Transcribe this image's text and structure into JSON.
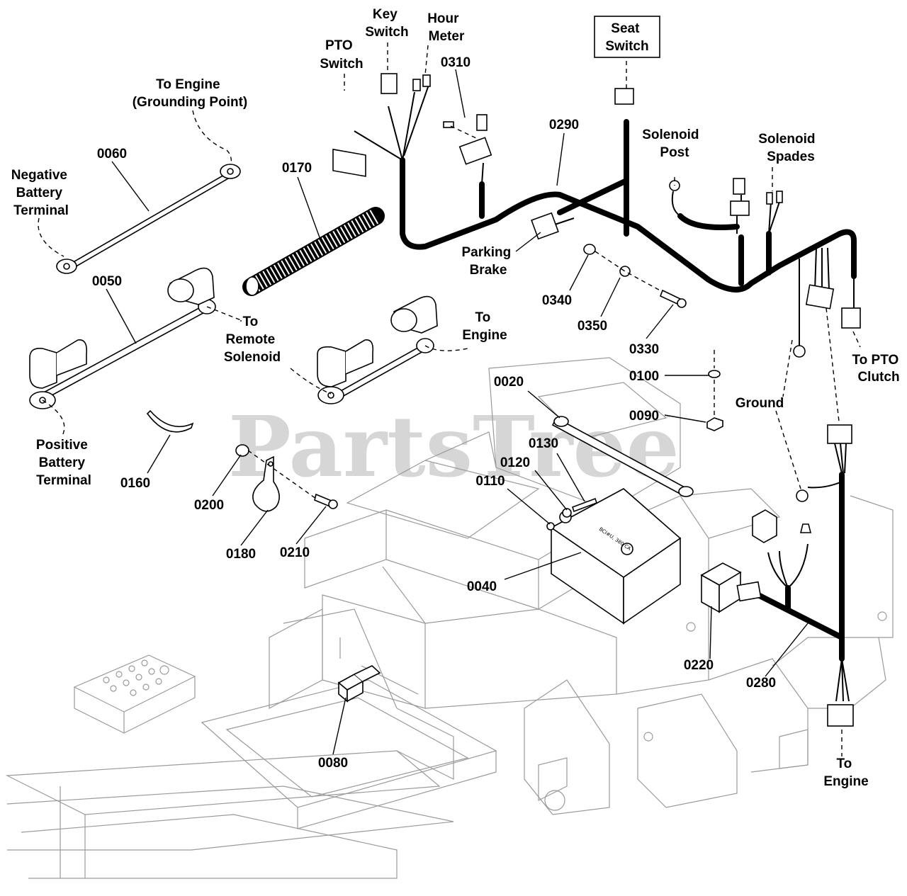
{
  "watermark": "PartsTree",
  "watermark_mark": "™",
  "labels": {
    "seat_switch": [
      "Seat",
      "Switch"
    ],
    "key_switch": [
      "Key",
      "Switch"
    ],
    "hour_meter": [
      "Hour",
      "Meter"
    ],
    "pto_switch": [
      "PTO",
      "Switch"
    ],
    "to_engine_ground": [
      "To Engine",
      "(Grounding Point)"
    ],
    "negative_battery": [
      "Negative",
      "Battery",
      "Terminal"
    ],
    "positive_battery": [
      "Positive",
      "Battery",
      "Terminal"
    ],
    "to_remote_solenoid": [
      "To",
      "Remote",
      "Solenoid"
    ],
    "to_engine_cable": [
      "To",
      "Engine"
    ],
    "parking_brake": [
      "Parking",
      "Brake"
    ],
    "solenoid_post": [
      "Solenoid",
      "Post"
    ],
    "solenoid_spades": [
      "Solenoid",
      "Spades"
    ],
    "to_pto_clutch": [
      "To PTO",
      "Clutch"
    ],
    "ground": "Ground",
    "to_engine_harness": [
      "To",
      "Engine"
    ]
  },
  "part_numbers": {
    "p0310": "0310",
    "p0290": "0290",
    "p0060": "0060",
    "p0170": "0170",
    "p0050": "0050",
    "p0340": "0340",
    "p0350": "0350",
    "p0330": "0330",
    "p0100": "0100",
    "p0090": "0090",
    "p0020": "0020",
    "p0130": "0130",
    "p0120": "0120",
    "p0110": "0110",
    "p0160": "0160",
    "p0200": "0200",
    "p0180": "0180",
    "p0210": "0210",
    "p0040": "0040",
    "p0220": "0220",
    "p0280": "0280",
    "p0080": "0080"
  },
  "battery_text": "BCI#U, 380 CA"
}
